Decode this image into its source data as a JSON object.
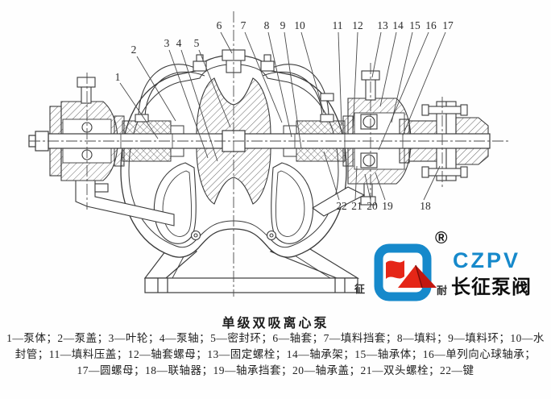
{
  "figure": {
    "title": "单级双吸离心泵",
    "callouts_top": [
      "1",
      "2",
      "3",
      "4",
      "5",
      "6",
      "7",
      "8",
      "9",
      "10",
      "11",
      "12",
      "13",
      "14",
      "15",
      "16",
      "17"
    ],
    "callouts_bottom": [
      "22",
      "21",
      "20",
      "19",
      "18"
    ]
  },
  "legend": {
    "lines": [
      "1—泵体；2—泵盖；3—叶轮；4—泵轴；5—密封环；6—轴套；7—填料挡套；8—填料；9—填料环；10—水",
      "封管；11—填料压盖；12—轴套螺母；13—固定螺栓；14—轴承架；15—轴承体；16—单列向心球轴承；",
      "17—圆螺母；18—联轴器；19—轴承挡套；20—轴承盖；21—双头螺栓；22—键"
    ],
    "parts": [
      {
        "num": "1",
        "name": "泵体"
      },
      {
        "num": "2",
        "name": "泵盖"
      },
      {
        "num": "3",
        "name": "叶轮"
      },
      {
        "num": "4",
        "name": "泵轴"
      },
      {
        "num": "5",
        "name": "密封环"
      },
      {
        "num": "6",
        "name": "轴套"
      },
      {
        "num": "7",
        "name": "填料挡套"
      },
      {
        "num": "8",
        "name": "填料"
      },
      {
        "num": "9",
        "name": "填料环"
      },
      {
        "num": "10",
        "name": "水封管"
      },
      {
        "num": "11",
        "name": "填料压盖"
      },
      {
        "num": "12",
        "name": "轴套螺母"
      },
      {
        "num": "13",
        "name": "固定螺栓"
      },
      {
        "num": "14",
        "name": "轴承架"
      },
      {
        "num": "15",
        "name": "轴承体"
      },
      {
        "num": "16",
        "name": "单列向心球轴承"
      },
      {
        "num": "17",
        "name": "圆螺母"
      },
      {
        "num": "18",
        "name": "联轴器"
      },
      {
        "num": "19",
        "name": "轴承挡套"
      },
      {
        "num": "20",
        "name": "轴承盖"
      },
      {
        "num": "21",
        "name": "双头螺栓"
      },
      {
        "num": "22",
        "name": "键"
      }
    ]
  },
  "logo": {
    "acronym": "CZPV",
    "name": "长征泵阀",
    "registered": "®",
    "stamp_left": "征",
    "stamp_right": "耐",
    "colors": {
      "blue": "#1689cb",
      "red": "#e52617",
      "dark_red": "#c21710",
      "text": "#0d0d0d"
    }
  }
}
